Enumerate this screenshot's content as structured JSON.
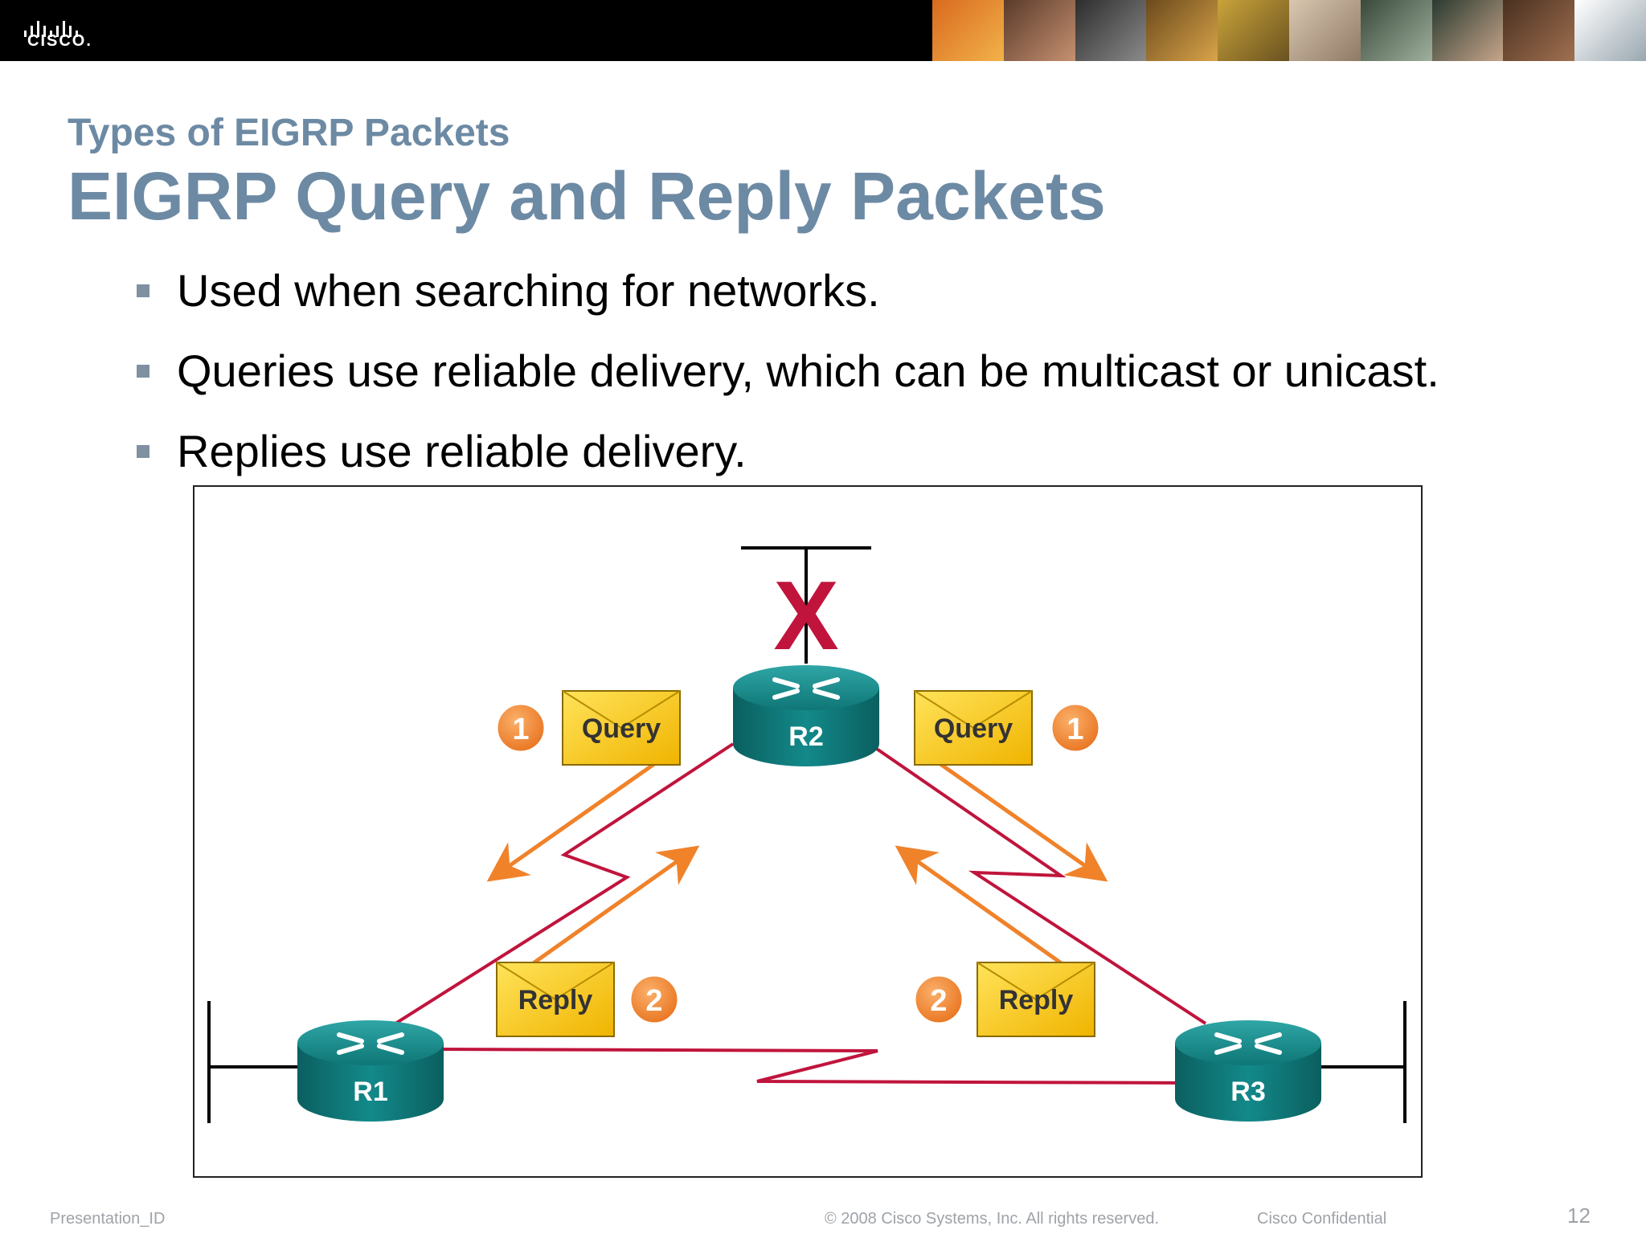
{
  "header": {
    "logo_text": "CISCO."
  },
  "slide": {
    "subtitle": "Types of EIGRP Packets",
    "title": "EIGRP Query and Reply Packets",
    "bullets": [
      "Used when searching for networks.",
      "Queries use reliable delivery, which can be multicast or unicast.",
      "Replies use reliable delivery."
    ]
  },
  "diagram": {
    "routers": [
      "R2",
      "R1",
      "R3"
    ],
    "failed_link_mark": "X",
    "packets": {
      "query_left": {
        "label": "Query",
        "step": "1"
      },
      "query_right": {
        "label": "Query",
        "step": "1"
      },
      "reply_left": {
        "label": "Reply",
        "step": "2"
      },
      "reply_right": {
        "label": "Reply",
        "step": "2"
      }
    },
    "colors": {
      "router": "#0e7f7f",
      "link": "#c0143c",
      "arrow": "#f0822a",
      "envelope": "#f5c400",
      "badge": "#ef7f2b"
    }
  },
  "footer": {
    "presentation_id": "Presentation_ID",
    "copyright": "© 2008 Cisco Systems, Inc. All rights reserved.",
    "confidential": "Cisco Confidential",
    "slide_number": "12"
  }
}
